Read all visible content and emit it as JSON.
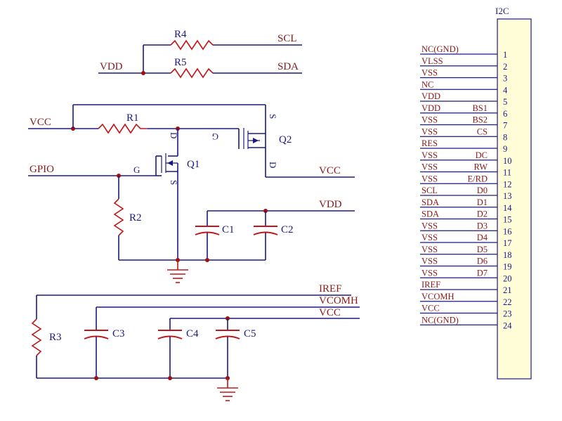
{
  "nets": {
    "vdd_top": "VDD",
    "scl": "SCL",
    "sda": "SDA",
    "vcc_left": "VCC",
    "gpio": "GPIO",
    "vcc_right": "VCC",
    "vdd_mid": "VDD",
    "iref": "IREF",
    "vcomh": "VCOMH",
    "vcc_bottom": "VCC"
  },
  "components": {
    "r4": "R4",
    "r5": "R5",
    "r1": "R1",
    "r2": "R2",
    "r3": "R3",
    "q1": "Q1",
    "q2": "Q2",
    "c1": "C1",
    "c2": "C2",
    "c3": "C3",
    "c4": "C4",
    "c5": "C5"
  },
  "pins": {
    "q1_d": "D",
    "q1_g": "G",
    "q1_s": "S",
    "q2_g": "G",
    "q2_s": "S",
    "q2_d": "D"
  },
  "connector": {
    "title": "I2C",
    "pins": [
      {
        "num": "1",
        "name": "NC(GND)",
        "alt": ""
      },
      {
        "num": "2",
        "name": "VLSS",
        "alt": ""
      },
      {
        "num": "3",
        "name": "VSS",
        "alt": ""
      },
      {
        "num": "4",
        "name": "NC",
        "alt": ""
      },
      {
        "num": "5",
        "name": "VDD",
        "alt": ""
      },
      {
        "num": "6",
        "name": "VDD",
        "alt": "BS1"
      },
      {
        "num": "7",
        "name": "VSS",
        "alt": "BS2"
      },
      {
        "num": "8",
        "name": "VSS",
        "alt": "CS"
      },
      {
        "num": "9",
        "name": "RES",
        "alt": ""
      },
      {
        "num": "10",
        "name": "VSS",
        "alt": "DC"
      },
      {
        "num": "11",
        "name": "VSS",
        "alt": "RW"
      },
      {
        "num": "12",
        "name": "VSS",
        "alt": "E/RD"
      },
      {
        "num": "13",
        "name": "SCL",
        "alt": "D0"
      },
      {
        "num": "14",
        "name": "SDA",
        "alt": "D1"
      },
      {
        "num": "15",
        "name": "SDA",
        "alt": "D2"
      },
      {
        "num": "16",
        "name": "VSS",
        "alt": "D3"
      },
      {
        "num": "17",
        "name": "VSS",
        "alt": "D4"
      },
      {
        "num": "18",
        "name": "VSS",
        "alt": "D5"
      },
      {
        "num": "19",
        "name": "VSS",
        "alt": "D6"
      },
      {
        "num": "20",
        "name": "VSS",
        "alt": "D7"
      },
      {
        "num": "21",
        "name": "IREF",
        "alt": ""
      },
      {
        "num": "22",
        "name": "VCOMH",
        "alt": ""
      },
      {
        "num": "23",
        "name": "VCC",
        "alt": ""
      },
      {
        "num": "24",
        "name": "NC(GND)",
        "alt": ""
      }
    ]
  }
}
